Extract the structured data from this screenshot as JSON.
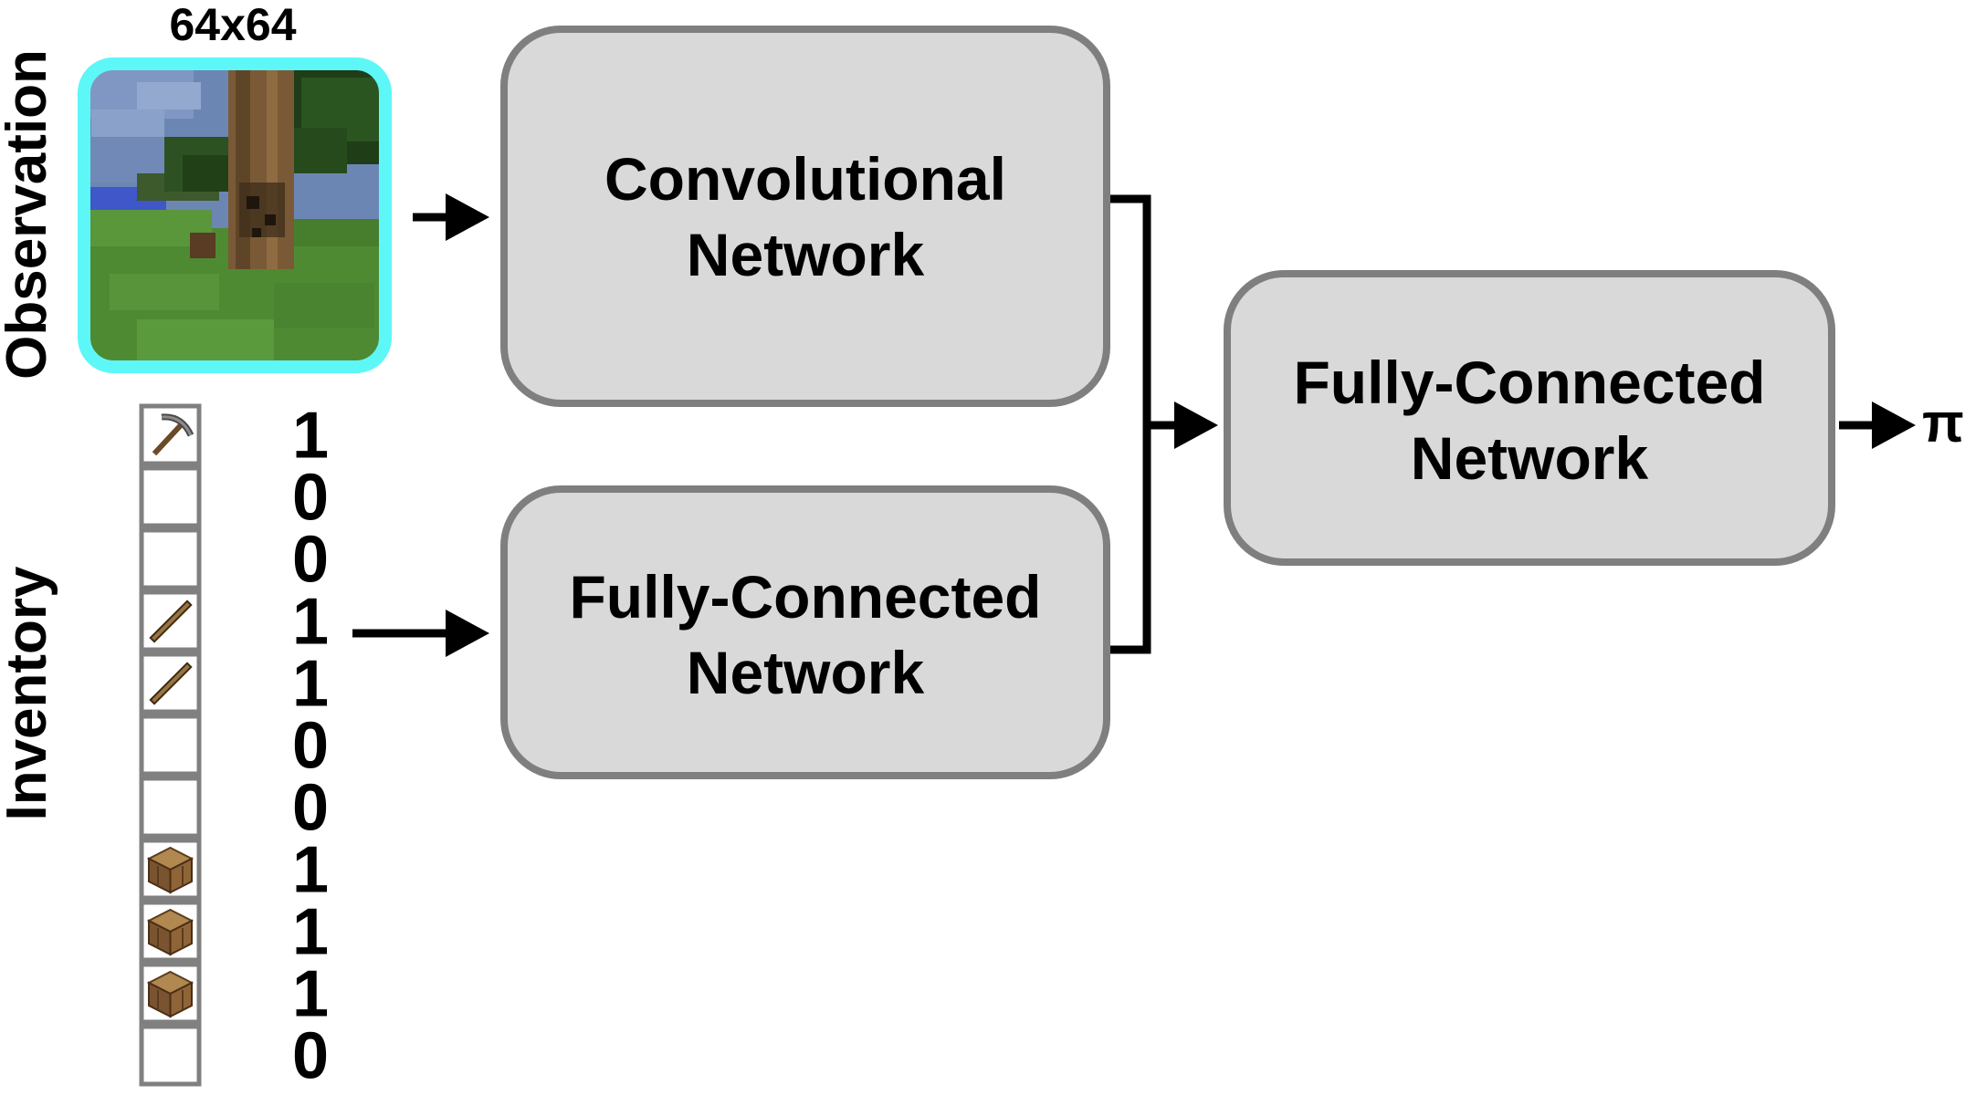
{
  "observation": {
    "label": "Observation",
    "size_label": "64x64",
    "frame_color": "#5ef7f7"
  },
  "inventory": {
    "label": "Inventory",
    "slots": [
      {
        "icon": "pickaxe-icon",
        "value": "1"
      },
      {
        "icon": "",
        "value": "0"
      },
      {
        "icon": "",
        "value": "0"
      },
      {
        "icon": "stick-icon",
        "value": "1"
      },
      {
        "icon": "stick-icon",
        "value": "1"
      },
      {
        "icon": "",
        "value": "0"
      },
      {
        "icon": "",
        "value": "0"
      },
      {
        "icon": "wood-log-icon",
        "value": "1"
      },
      {
        "icon": "wood-log-icon",
        "value": "1"
      },
      {
        "icon": "wood-log-icon",
        "value": "1"
      },
      {
        "icon": "",
        "value": "0"
      }
    ]
  },
  "nodes": {
    "conv": {
      "line1": "Convolutional",
      "line2": "Network"
    },
    "fc_inventory": {
      "line1": "Fully-Connected",
      "line2": "Network"
    },
    "fc_head": {
      "line1": "Fully-Connected",
      "line2": "Network"
    }
  },
  "output": {
    "label": "π"
  },
  "colors": {
    "node_fill": "#d9d9d9",
    "node_stroke": "#7f7f7f",
    "slot_stroke": "#808080",
    "arrow": "#000000"
  }
}
